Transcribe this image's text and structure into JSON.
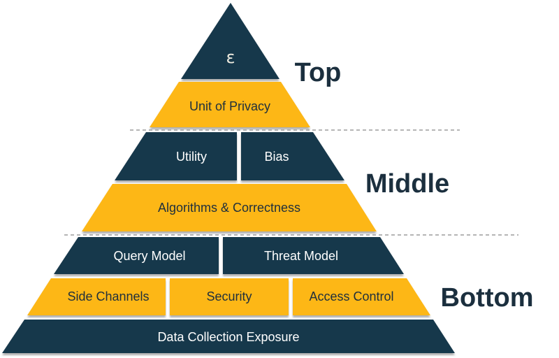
{
  "diagram": {
    "type": "pyramid",
    "description": "Three-tier pyramid of differential privacy concerns",
    "tier_labels": [
      {
        "label": "Top"
      },
      {
        "label": "Middle"
      },
      {
        "label": "Bottom"
      }
    ],
    "rows": [
      {
        "tier": "Top",
        "boxes": [
          {
            "label": "ε",
            "color": "navy"
          }
        ]
      },
      {
        "tier": "Top",
        "boxes": [
          {
            "label": "Unit of Privacy",
            "color": "gold"
          }
        ]
      },
      {
        "tier": "Middle",
        "boxes": [
          {
            "label": "Utility",
            "color": "navy"
          },
          {
            "label": "Bias",
            "color": "navy"
          }
        ]
      },
      {
        "tier": "Middle",
        "boxes": [
          {
            "label": "Algorithms & Correctness",
            "color": "gold"
          }
        ]
      },
      {
        "tier": "Bottom",
        "boxes": [
          {
            "label": "Query Model",
            "color": "navy"
          },
          {
            "label": "Threat Model",
            "color": "navy"
          }
        ]
      },
      {
        "tier": "Bottom",
        "boxes": [
          {
            "label": "Side Channels",
            "color": "gold"
          },
          {
            "label": "Security",
            "color": "gold"
          },
          {
            "label": "Access Control",
            "color": "gold"
          }
        ]
      },
      {
        "tier": "Bottom",
        "boxes": [
          {
            "label": "Data Collection Exposure",
            "color": "navy"
          }
        ]
      }
    ],
    "colors": {
      "navy": "#14384c",
      "gold": "#fdb714",
      "text_on_navy": "#ffffff",
      "text_on_gold": "#20303c",
      "epsilon_text": "#efece0",
      "tier_label_text": "#1b2f3e",
      "dashed_divider": "#b5b5b5",
      "background": "#ffffff"
    }
  }
}
